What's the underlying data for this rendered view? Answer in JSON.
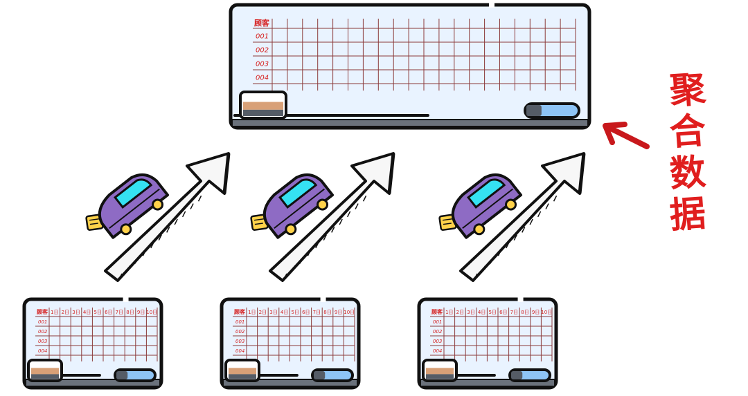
{
  "colors": {
    "outline": "#111111",
    "board_fill": "#e9f3ff",
    "grid_line": "#8b3a3a",
    "red_text": "#d62020",
    "eraser_top": "#d8a077",
    "eraser_bottom": "#555c66",
    "marker_fill": "#8ec4f5",
    "tray": "#6b727c",
    "car_body": "#8e6bc4",
    "car_window": "#35e2f2",
    "tag": "#ffd24a",
    "arrow_fill": "#f7f7f7"
  },
  "top_board": {
    "header": "顾客",
    "rows": [
      "001",
      "002",
      "003",
      "004"
    ]
  },
  "small_boards": [
    {
      "header": "顾客",
      "columns": [
        "1日",
        "2日",
        "3日",
        "4日",
        "5日",
        "6日",
        "7日",
        "8日",
        "9日",
        "10日"
      ],
      "rows": [
        "001",
        "002",
        "003",
        "004"
      ]
    },
    {
      "header": "顾客",
      "columns": [
        "1日",
        "2日",
        "3日",
        "4日",
        "5日",
        "6日",
        "7日",
        "8日",
        "9日",
        "10日"
      ],
      "rows": [
        "001",
        "002",
        "003",
        "004"
      ]
    },
    {
      "header": "顾客",
      "columns": [
        "1日",
        "2日",
        "3日",
        "4日",
        "5日",
        "6日",
        "7日",
        "8日",
        "9日",
        "10日"
      ],
      "rows": [
        "001",
        "002",
        "003",
        "004"
      ]
    }
  ],
  "aggregate_label": [
    "聚",
    "合",
    "数",
    "据"
  ],
  "icons": [
    "car-icon",
    "tag-icon",
    "up-arrow-icon",
    "pointer-arrow-icon",
    "eraser-icon",
    "marker-icon"
  ]
}
